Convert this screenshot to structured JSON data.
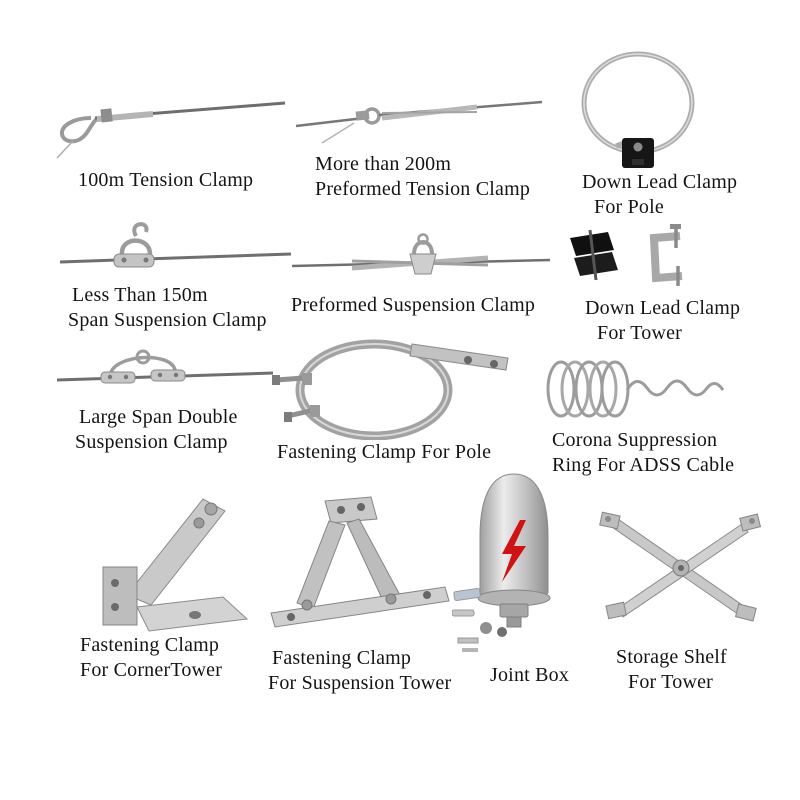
{
  "page": {
    "background": "#ffffff",
    "kind": "ADSS cable fitting product catalog sheet"
  },
  "colors": {
    "metal_light": "#cccccc",
    "metal_mid": "#9c9c9c",
    "metal_dark": "#6f6f6f",
    "rubber_black": "#161616",
    "lightning_red": "#cf1313",
    "text": "#141414"
  },
  "items": [
    {
      "name": "tension-clamp-100m",
      "label_lines": [
        "100m Tension Clamp"
      ]
    },
    {
      "name": "preformed-tension-clamp-200m",
      "label_lines": [
        "More than 200m",
        "Preformed Tension Clamp"
      ]
    },
    {
      "name": "down-lead-clamp-for-pole",
      "label_lines": [
        "Down Lead Clamp",
        "For Pole"
      ]
    },
    {
      "name": "span-suspension-clamp-150m",
      "label_lines": [
        "Less Than 150m",
        "Span Suspension Clamp"
      ]
    },
    {
      "name": "preformed-suspension-clamp",
      "label_lines": [
        "Preformed Suspension Clamp"
      ]
    },
    {
      "name": "down-lead-clamp-for-tower",
      "label_lines": [
        "Down Lead Clamp",
        "For Tower"
      ]
    },
    {
      "name": "large-span-double-suspension-clamp",
      "label_lines": [
        "Large Span Double",
        "Suspension Clamp"
      ]
    },
    {
      "name": "fastening-clamp-for-pole",
      "label_lines": [
        "Fastening Clamp For Pole"
      ]
    },
    {
      "name": "corona-suppression-ring",
      "label_lines": [
        "Corona Suppression",
        "Ring For ADSS Cable"
      ]
    },
    {
      "name": "fastening-clamp-for-corner-tower",
      "label_lines": [
        "Fastening Clamp",
        "For CornerTower"
      ]
    },
    {
      "name": "fastening-clamp-for-suspension-tower",
      "label_lines": [
        "Fastening Clamp",
        "For Suspension Tower"
      ]
    },
    {
      "name": "joint-box",
      "label_lines": [
        "Joint Box"
      ]
    },
    {
      "name": "storage-shelf-for-tower",
      "label_lines": [
        "Storage Shelf",
        "For Tower"
      ]
    }
  ]
}
